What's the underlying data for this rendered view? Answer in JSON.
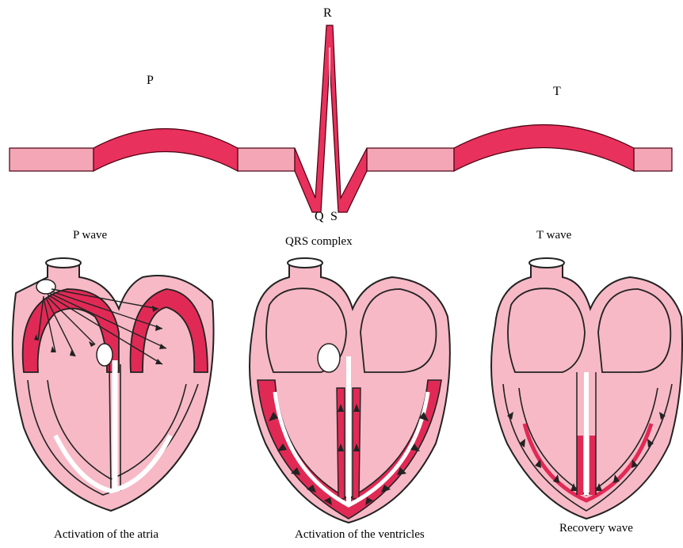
{
  "ecg": {
    "peak_labels": {
      "p": "P",
      "r": "R",
      "t": "T",
      "q": "Q",
      "s": "S"
    },
    "colors": {
      "active": "#e8315c",
      "inactive": "#f4a6b6",
      "outline": "#4a0010"
    }
  },
  "panels": [
    {
      "wave_label": "P wave",
      "caption": "Activation of the atria"
    },
    {
      "wave_label": "QRS complex",
      "caption": "Activation of the ventricles"
    },
    {
      "wave_label": "T wave",
      "caption": "Recovery wave"
    }
  ],
  "heart_colors": {
    "tissue": "#f7b9c6",
    "active": "#e02a55",
    "line": "#222222",
    "pathway": "#ffffff"
  }
}
